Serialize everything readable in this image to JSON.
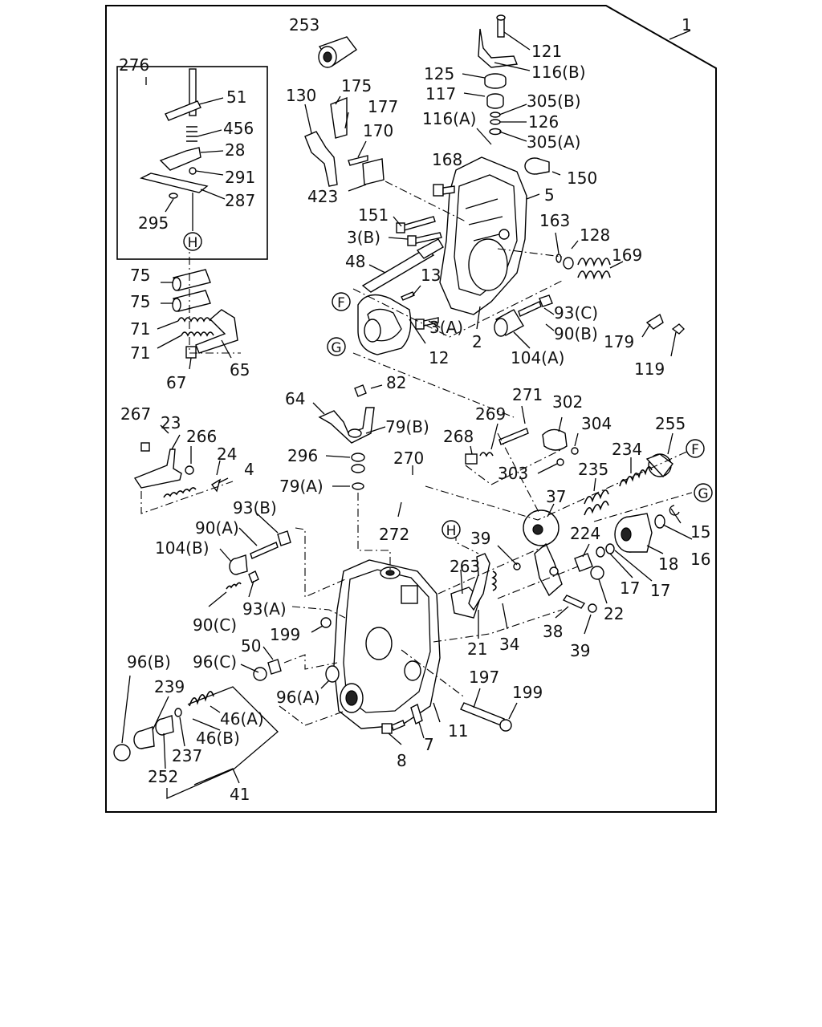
{
  "part_labels": [
    {
      "id": "p1",
      "text": "1"
    },
    {
      "id": "p253",
      "text": "253"
    },
    {
      "id": "p121",
      "text": "121"
    },
    {
      "id": "p116b",
      "text": "116(B)"
    },
    {
      "id": "p125",
      "text": "125"
    },
    {
      "id": "p117",
      "text": "117"
    },
    {
      "id": "p305b",
      "text": "305(B)"
    },
    {
      "id": "p116a",
      "text": "116(A)"
    },
    {
      "id": "p126",
      "text": "126"
    },
    {
      "id": "p305a",
      "text": "305(A)"
    },
    {
      "id": "p276",
      "text": "276"
    },
    {
      "id": "p51",
      "text": "51"
    },
    {
      "id": "p456",
      "text": "456"
    },
    {
      "id": "p28",
      "text": "28"
    },
    {
      "id": "p291",
      "text": "291"
    },
    {
      "id": "p287",
      "text": "287"
    },
    {
      "id": "p295",
      "text": "295"
    },
    {
      "id": "p130",
      "text": "130"
    },
    {
      "id": "p175",
      "text": "175"
    },
    {
      "id": "p177",
      "text": "177"
    },
    {
      "id": "p170",
      "text": "170"
    },
    {
      "id": "p168",
      "text": "168"
    },
    {
      "id": "p150",
      "text": "150"
    },
    {
      "id": "p423",
      "text": "423"
    },
    {
      "id": "p5",
      "text": "5"
    },
    {
      "id": "p151",
      "text": "151"
    },
    {
      "id": "p163",
      "text": "163"
    },
    {
      "id": "p128",
      "text": "128"
    },
    {
      "id": "p3b",
      "text": "3(B)"
    },
    {
      "id": "p169",
      "text": "169"
    },
    {
      "id": "p48",
      "text": "48"
    },
    {
      "id": "p13",
      "text": "13"
    },
    {
      "id": "p93c",
      "text": "93(C)"
    },
    {
      "id": "p3a",
      "text": "3(A)"
    },
    {
      "id": "p90b",
      "text": "90(B)"
    },
    {
      "id": "p179",
      "text": "179"
    },
    {
      "id": "p2",
      "text": "2"
    },
    {
      "id": "p12",
      "text": "12"
    },
    {
      "id": "p104a",
      "text": "104(A)"
    },
    {
      "id": "p119",
      "text": "119"
    },
    {
      "id": "p75a",
      "text": "75"
    },
    {
      "id": "p75b",
      "text": "75"
    },
    {
      "id": "p71a",
      "text": "71"
    },
    {
      "id": "p71b",
      "text": "71"
    },
    {
      "id": "p67",
      "text": "67"
    },
    {
      "id": "p65",
      "text": "65"
    },
    {
      "id": "p82",
      "text": "82"
    },
    {
      "id": "p64",
      "text": "64"
    },
    {
      "id": "p79b",
      "text": "79(B)"
    },
    {
      "id": "p271",
      "text": "271"
    },
    {
      "id": "p302",
      "text": "302"
    },
    {
      "id": "p267",
      "text": "267"
    },
    {
      "id": "p23",
      "text": "23"
    },
    {
      "id": "p266",
      "text": "266"
    },
    {
      "id": "p24",
      "text": "24"
    },
    {
      "id": "p4",
      "text": "4"
    },
    {
      "id": "p269",
      "text": "269"
    },
    {
      "id": "p304",
      "text": "304"
    },
    {
      "id": "p255",
      "text": "255"
    },
    {
      "id": "p268",
      "text": "268"
    },
    {
      "id": "p234",
      "text": "234"
    },
    {
      "id": "p296",
      "text": "296"
    },
    {
      "id": "p270",
      "text": "270"
    },
    {
      "id": "p303",
      "text": "303"
    },
    {
      "id": "p235",
      "text": "235"
    },
    {
      "id": "p79a",
      "text": "79(A)"
    },
    {
      "id": "p37",
      "text": "37"
    },
    {
      "id": "p93b",
      "text": "93(B)"
    },
    {
      "id": "p272",
      "text": "272"
    },
    {
      "id": "p15",
      "text": "15"
    },
    {
      "id": "p90a",
      "text": "90(A)"
    },
    {
      "id": "p39a",
      "text": "39"
    },
    {
      "id": "p224",
      "text": "224"
    },
    {
      "id": "p16",
      "text": "16"
    },
    {
      "id": "p104b",
      "text": "104(B)"
    },
    {
      "id": "p263",
      "text": "263"
    },
    {
      "id": "p18",
      "text": "18"
    },
    {
      "id": "p17a",
      "text": "17"
    },
    {
      "id": "p17b",
      "text": "17"
    },
    {
      "id": "p93a",
      "text": "93(A)"
    },
    {
      "id": "p22",
      "text": "22"
    },
    {
      "id": "p90c",
      "text": "90(C)"
    },
    {
      "id": "p199a",
      "text": "199"
    },
    {
      "id": "p38",
      "text": "38"
    },
    {
      "id": "p21",
      "text": "21"
    },
    {
      "id": "p34",
      "text": "34"
    },
    {
      "id": "p39b",
      "text": "39"
    },
    {
      "id": "p96b",
      "text": "96(B)"
    },
    {
      "id": "p96c",
      "text": "96(C)"
    },
    {
      "id": "p50",
      "text": "50"
    },
    {
      "id": "p197",
      "text": "197"
    },
    {
      "id": "p199b",
      "text": "199"
    },
    {
      "id": "p239",
      "text": "239"
    },
    {
      "id": "p96a",
      "text": "96(A)"
    },
    {
      "id": "p46a",
      "text": "46(A)"
    },
    {
      "id": "p46b",
      "text": "46(B)"
    },
    {
      "id": "p11",
      "text": "11"
    },
    {
      "id": "p7",
      "text": "7"
    },
    {
      "id": "p237",
      "text": "237"
    },
    {
      "id": "p8",
      "text": "8"
    },
    {
      "id": "p252",
      "text": "252"
    },
    {
      "id": "p41",
      "text": "41"
    }
  ],
  "reference_markers": [
    {
      "id": "refH1",
      "letter": "H"
    },
    {
      "id": "refF1",
      "letter": "F"
    },
    {
      "id": "refG1",
      "letter": "G"
    },
    {
      "id": "refF2",
      "letter": "F"
    },
    {
      "id": "refG2",
      "letter": "G"
    },
    {
      "id": "refH2",
      "letter": "H"
    }
  ]
}
